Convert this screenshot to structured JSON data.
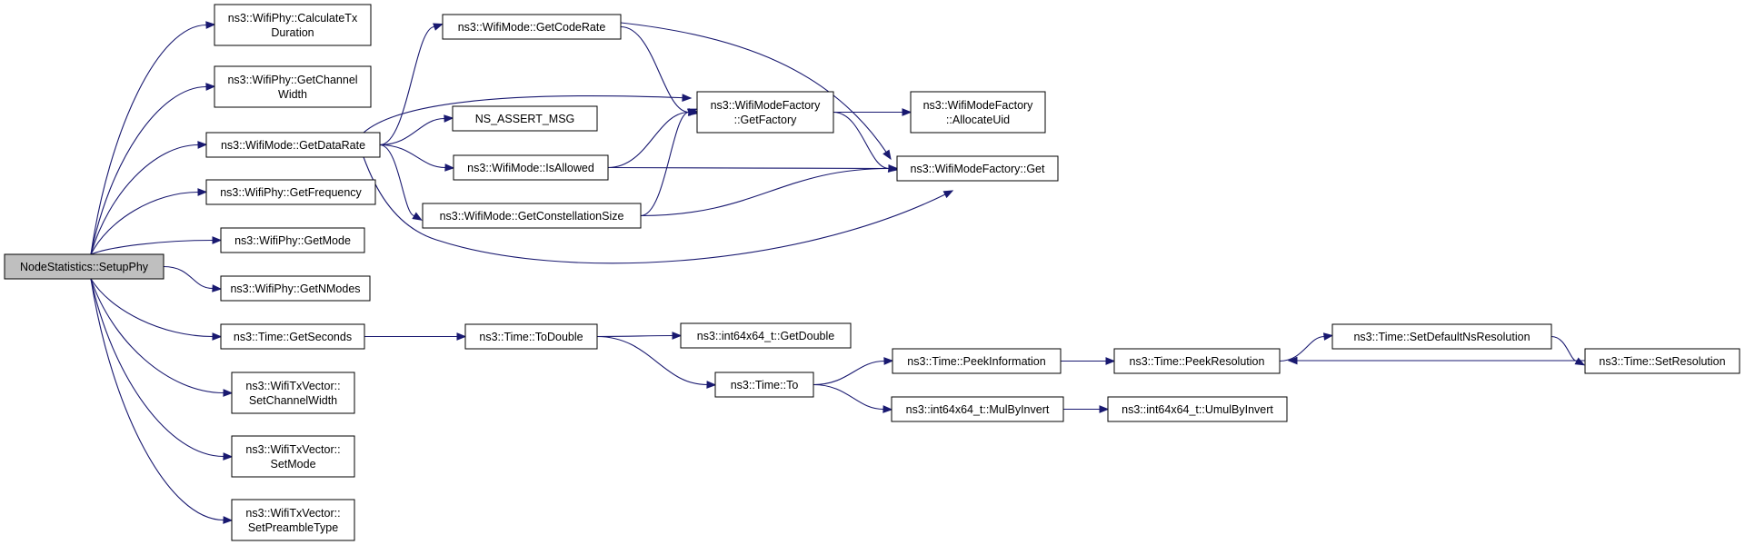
{
  "nodes": [
    {
      "id": "setupphy",
      "lines": [
        "NodeStatistics::SetupPhy"
      ],
      "root": true
    },
    {
      "id": "calctx",
      "lines": [
        "ns3::WifiPhy::CalculateTx",
        "Duration"
      ]
    },
    {
      "id": "getchw",
      "lines": [
        "ns3::WifiPhy::GetChannel",
        "Width"
      ]
    },
    {
      "id": "getdatarate",
      "lines": [
        "ns3::WifiMode::GetDataRate"
      ]
    },
    {
      "id": "getfreq",
      "lines": [
        "ns3::WifiPhy::GetFrequency"
      ]
    },
    {
      "id": "getmode",
      "lines": [
        "ns3::WifiPhy::GetMode"
      ]
    },
    {
      "id": "getnmodes",
      "lines": [
        "ns3::WifiPhy::GetNModes"
      ]
    },
    {
      "id": "getseconds",
      "lines": [
        "ns3::Time::GetSeconds"
      ]
    },
    {
      "id": "setchw",
      "lines": [
        "ns3::WifiTxVector::",
        "SetChannelWidth"
      ]
    },
    {
      "id": "setmode",
      "lines": [
        "ns3::WifiTxVector::",
        "SetMode"
      ]
    },
    {
      "id": "setpreamble",
      "lines": [
        "ns3::WifiTxVector::",
        "SetPreambleType"
      ]
    },
    {
      "id": "getcoderate",
      "lines": [
        "ns3::WifiMode::GetCodeRate"
      ]
    },
    {
      "id": "assertmsg",
      "lines": [
        "NS_ASSERT_MSG"
      ]
    },
    {
      "id": "isallowed",
      "lines": [
        "ns3::WifiMode::IsAllowed"
      ]
    },
    {
      "id": "getconst",
      "lines": [
        "ns3::WifiMode::GetConstellationSize"
      ]
    },
    {
      "id": "getfactory",
      "lines": [
        "ns3::WifiModeFactory",
        "::GetFactory"
      ]
    },
    {
      "id": "allocuid",
      "lines": [
        "ns3::WifiModeFactory",
        "::AllocateUid"
      ]
    },
    {
      "id": "factoryget",
      "lines": [
        "ns3::WifiModeFactory::Get"
      ]
    },
    {
      "id": "todouble",
      "lines": [
        "ns3::Time::ToDouble"
      ]
    },
    {
      "id": "i64getdouble",
      "lines": [
        "ns3::int64x64_t::GetDouble"
      ]
    },
    {
      "id": "timeto",
      "lines": [
        "ns3::Time::To"
      ]
    },
    {
      "id": "peekinfo",
      "lines": [
        "ns3::Time::PeekInformation"
      ]
    },
    {
      "id": "mulbyinvert",
      "lines": [
        "ns3::int64x64_t::MulByInvert"
      ]
    },
    {
      "id": "peekres",
      "lines": [
        "ns3::Time::PeekResolution"
      ]
    },
    {
      "id": "umulbyinvert",
      "lines": [
        "ns3::int64x64_t::UmulByInvert"
      ]
    },
    {
      "id": "setdefres",
      "lines": [
        "ns3::Time::SetDefaultNsResolution"
      ]
    },
    {
      "id": "setres",
      "lines": [
        "ns3::Time::SetResolution"
      ]
    }
  ],
  "edges": [
    {
      "from": "setupphy",
      "to": "calctx"
    },
    {
      "from": "setupphy",
      "to": "getchw"
    },
    {
      "from": "setupphy",
      "to": "getdatarate"
    },
    {
      "from": "setupphy",
      "to": "getfreq"
    },
    {
      "from": "setupphy",
      "to": "getmode"
    },
    {
      "from": "setupphy",
      "to": "getnmodes"
    },
    {
      "from": "setupphy",
      "to": "getseconds"
    },
    {
      "from": "setupphy",
      "to": "setchw"
    },
    {
      "from": "setupphy",
      "to": "setmode"
    },
    {
      "from": "setupphy",
      "to": "setpreamble"
    },
    {
      "from": "getdatarate",
      "to": "getcoderate"
    },
    {
      "from": "getdatarate",
      "to": "getfactory"
    },
    {
      "from": "getdatarate",
      "to": "assertmsg"
    },
    {
      "from": "getdatarate",
      "to": "isallowed"
    },
    {
      "from": "getdatarate",
      "to": "getconst"
    },
    {
      "from": "getdatarate",
      "to": "factoryget"
    },
    {
      "from": "getcoderate",
      "to": "getfactory"
    },
    {
      "from": "getcoderate",
      "to": "factoryget"
    },
    {
      "from": "isallowed",
      "to": "getfactory"
    },
    {
      "from": "isallowed",
      "to": "factoryget"
    },
    {
      "from": "getconst",
      "to": "getfactory"
    },
    {
      "from": "getconst",
      "to": "factoryget"
    },
    {
      "from": "getfactory",
      "to": "allocuid"
    },
    {
      "from": "getfactory",
      "to": "factoryget"
    },
    {
      "from": "getseconds",
      "to": "todouble"
    },
    {
      "from": "todouble",
      "to": "i64getdouble"
    },
    {
      "from": "todouble",
      "to": "timeto"
    },
    {
      "from": "timeto",
      "to": "peekinfo"
    },
    {
      "from": "timeto",
      "to": "mulbyinvert"
    },
    {
      "from": "peekinfo",
      "to": "peekres"
    },
    {
      "from": "mulbyinvert",
      "to": "umulbyinvert"
    },
    {
      "from": "peekres",
      "to": "setdefres"
    },
    {
      "from": "setdefres",
      "to": "setres"
    },
    {
      "from": "setres",
      "to": "peekres"
    }
  ],
  "colors": {
    "edge": "#191970",
    "root_fill": "#bfbfbf",
    "node_fill": "#ffffff",
    "node_border": "#000000"
  }
}
